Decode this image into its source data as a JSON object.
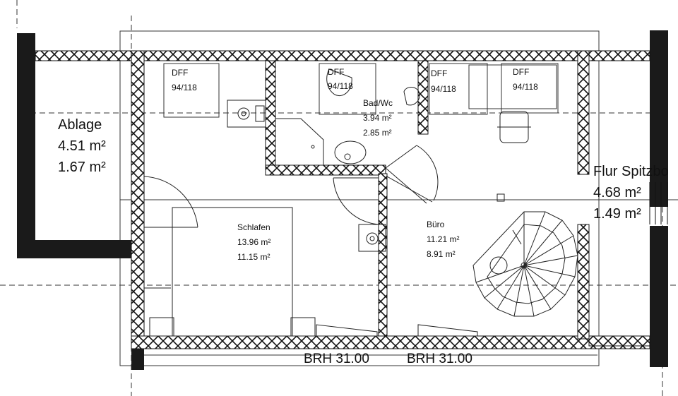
{
  "rooms": {
    "ablage": {
      "name": "Ablage",
      "area1": "4.51 m²",
      "area2": "1.67 m²"
    },
    "flur": {
      "name": "Flur Spitzbo",
      "area1": "4.68 m²",
      "area2": "1.49 m²"
    },
    "bad": {
      "name": "Bad/Wc",
      "area1": "3.94 m²",
      "area2": "2.85 m²"
    },
    "schlafen": {
      "name": "Schlafen",
      "area1": "13.96 m²",
      "area2": "11.15 m²"
    },
    "buero": {
      "name": "Büro",
      "area1": "11.21 m²",
      "area2": "8.91 m²"
    }
  },
  "windows": [
    {
      "label": "DFF",
      "size": "94/118"
    },
    {
      "label": "DFF",
      "size": "94/118"
    },
    {
      "label": "DFF",
      "size": "94/118"
    },
    {
      "label": "DFF",
      "size": "94/118"
    }
  ],
  "parapets": [
    "BRH 31.00",
    "BRH 31.00"
  ],
  "colors": {
    "line": "#111111",
    "wall_fill": "#ffffff",
    "solid_wall": "#1a1a1a",
    "background": "#ffffff"
  }
}
